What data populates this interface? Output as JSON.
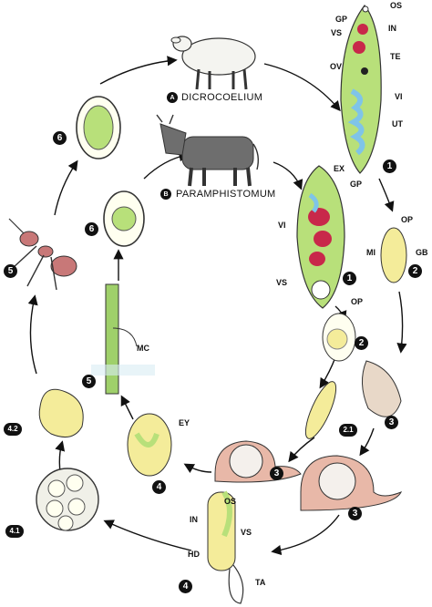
{
  "hosts": {
    "a": {
      "badge": "A",
      "name": "DICROCOELIUM"
    },
    "b": {
      "badge": "B",
      "name": "PARAMPHISTOMUM"
    }
  },
  "labels": {
    "os_top": "OS",
    "gp_top": "GP",
    "in_top": "IN",
    "vs_top": "VS",
    "te": "TE",
    "ov": "OV",
    "vi_right": "VI",
    "ut": "UT",
    "ex": "EX",
    "gp_mid": "GP",
    "vi_left": "VI",
    "vs_mid": "VS",
    "op_right": "OP",
    "mi": "MI",
    "gb": "GB",
    "op_mid": "OP",
    "mc": "MC",
    "ey": "EY",
    "os_bottom": "OS",
    "in_bottom": "IN",
    "vs_bottom": "VS",
    "hd": "HD",
    "ta": "TA"
  },
  "steps": {
    "s1_top": "1",
    "s2_top": "2",
    "s1_mid": "1",
    "s2_mid": "2",
    "s2_1": "2.1",
    "s3_right": "3",
    "s3_mid": "3",
    "s3_left": "3",
    "s4_bottom": "4",
    "s4_left": "4",
    "s4_1": "4.1",
    "s4_2": "4.2",
    "s5_left": "5",
    "s5_mid": "5",
    "s6_top": "6",
    "s6_mid": "6"
  },
  "colors": {
    "fluke_green": "#b8e07a",
    "egg_yellow": "#f4ec9a",
    "red_organ": "#c8284a",
    "blue_uterus": "#7fc4e8",
    "snail_pink": "#e8b8a8",
    "ant_red": "#c87878",
    "cow_gray": "#6e6e6e"
  }
}
